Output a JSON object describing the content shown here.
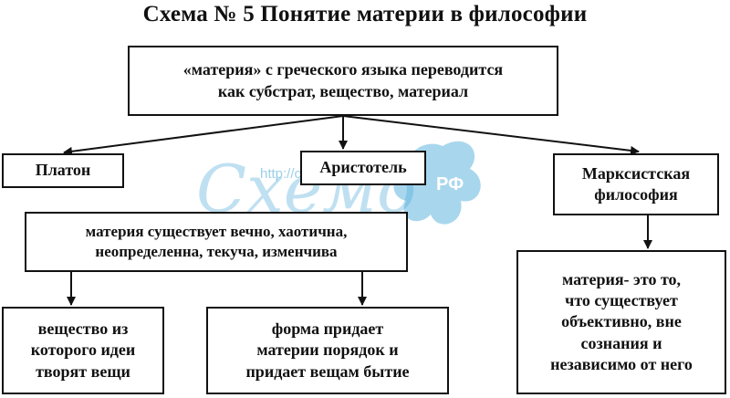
{
  "title": "Схема № 5 Понятие материи в философии",
  "top_box": {
    "line1": "«материя» с греческого языка  переводится",
    "line2": "как субстрат, вещество, материал"
  },
  "plato": {
    "label": "Платон"
  },
  "aristotle": {
    "label": "Аристотель"
  },
  "marxist": {
    "line1": "Марксистская",
    "line2": "философия"
  },
  "middle_box": {
    "line1": "материя существует вечно, хаотична,",
    "line2": "неопределенна, текуча, изменчива"
  },
  "plato_result": {
    "line1": "вещество из",
    "line2": "которого идеи",
    "line3": "творят вещи"
  },
  "aristotle_result": {
    "line1": "форма придает",
    "line2": "материи порядок и",
    "line3": "придает вещам бытие"
  },
  "marxist_result": {
    "line1": "материя- это то,",
    "line2": "что существует",
    "line3": "объективно, вне",
    "line4": "сознания и",
    "line5": "независимо от него"
  },
  "watermark": {
    "url": "http://схемо.рф",
    "brand": "Схемо",
    "suffix": "РФ"
  }
}
